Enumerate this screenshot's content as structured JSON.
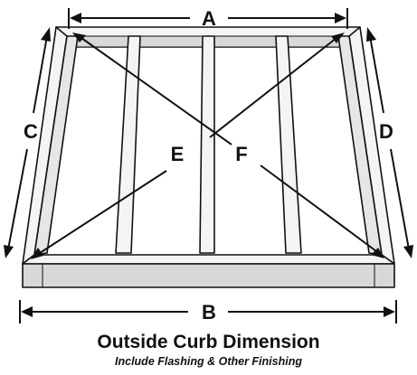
{
  "dimensions": {
    "a": "A",
    "b": "B",
    "c": "C",
    "d": "D",
    "e": "E",
    "f": "F"
  },
  "caption": {
    "title": "Outside Curb Dimension",
    "subtitle": "Include Flashing & Other Finishing"
  },
  "colors": {
    "line": "#111111",
    "wood_face": "#f4f4f4",
    "wood_top": "#e6e6e6",
    "wood_shade": "#cfcfcf",
    "curb_front": "#d8d8d8"
  }
}
